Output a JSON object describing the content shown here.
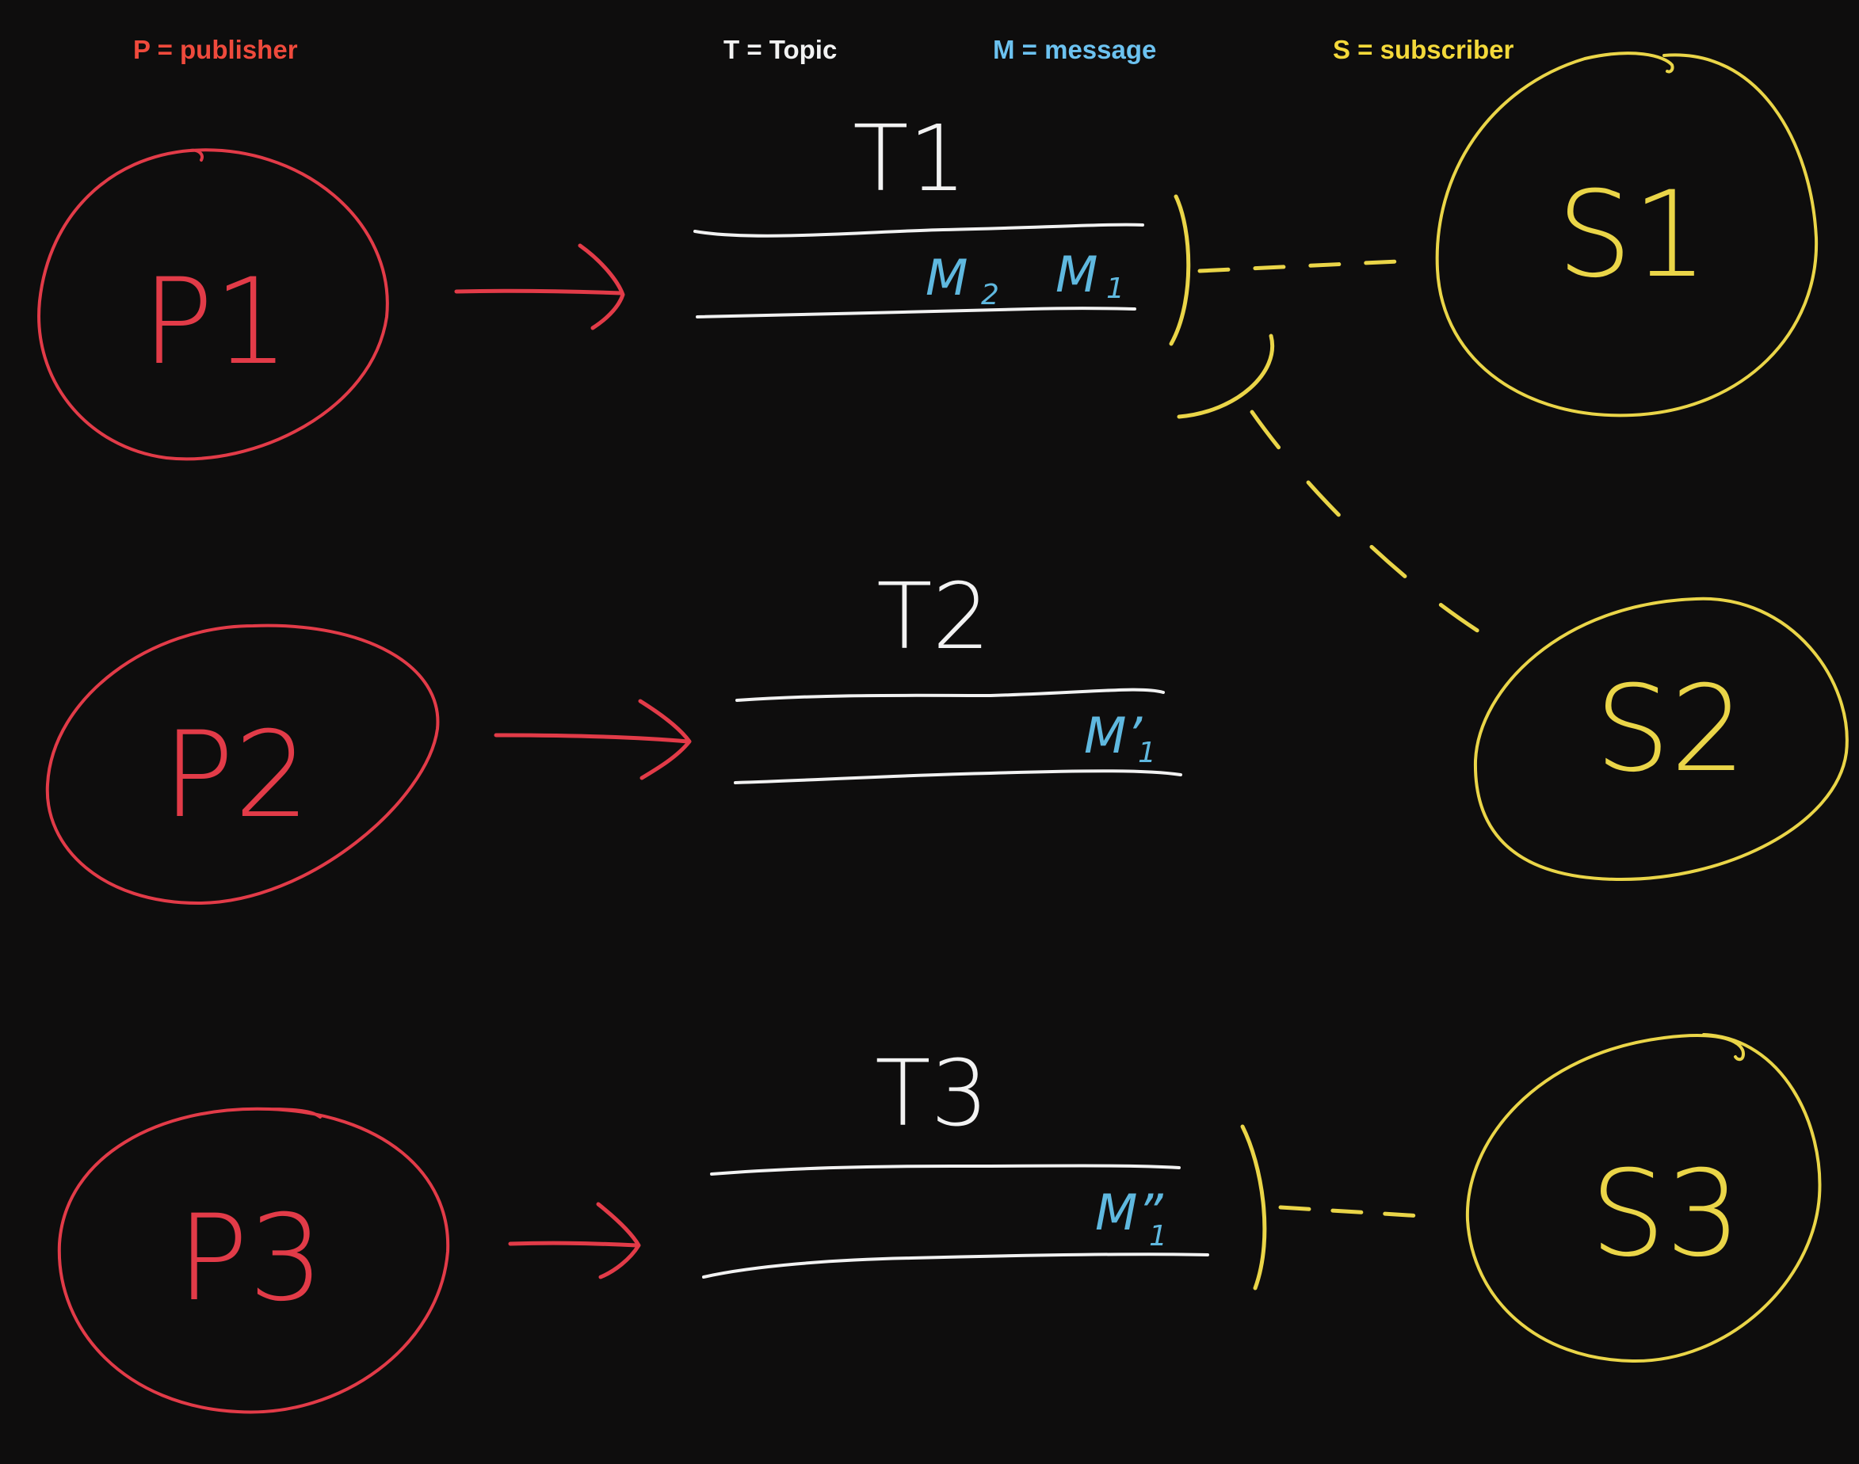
{
  "legend": {
    "publisher": "P = publisher",
    "topic": "T = Topic",
    "message": "M = message",
    "subscriber": "S = subscriber"
  },
  "colors": {
    "background": "#0e0d0d",
    "publisher": "#e23b48",
    "topic": "#f2f2f2",
    "message": "#5fb8df",
    "subscriber": "#ead548",
    "legend_publisher": "#ef4a3c",
    "legend_message": "#6cc2f0",
    "legend_subscriber": "#f4d93a"
  },
  "publishers": [
    {
      "label": "P1"
    },
    {
      "label": "P2"
    },
    {
      "label": "P3"
    }
  ],
  "topics": [
    {
      "label": "T1",
      "messages": [
        {
          "base": "M",
          "sub": "2"
        },
        {
          "base": "M",
          "sub": "1"
        }
      ]
    },
    {
      "label": "T2",
      "messages": [
        {
          "base": "M’",
          "sub": "1"
        }
      ]
    },
    {
      "label": "T3",
      "messages": [
        {
          "base": "M”",
          "sub": "1"
        }
      ]
    }
  ],
  "subscribers": [
    {
      "label": "S1"
    },
    {
      "label": "S2"
    },
    {
      "label": "S3"
    }
  ],
  "subscriptions": [
    {
      "subscriber": "S1",
      "topic": "T1"
    },
    {
      "subscriber": "S2",
      "topic": "T1"
    },
    {
      "subscriber": "S3",
      "topic": "T3"
    }
  ]
}
